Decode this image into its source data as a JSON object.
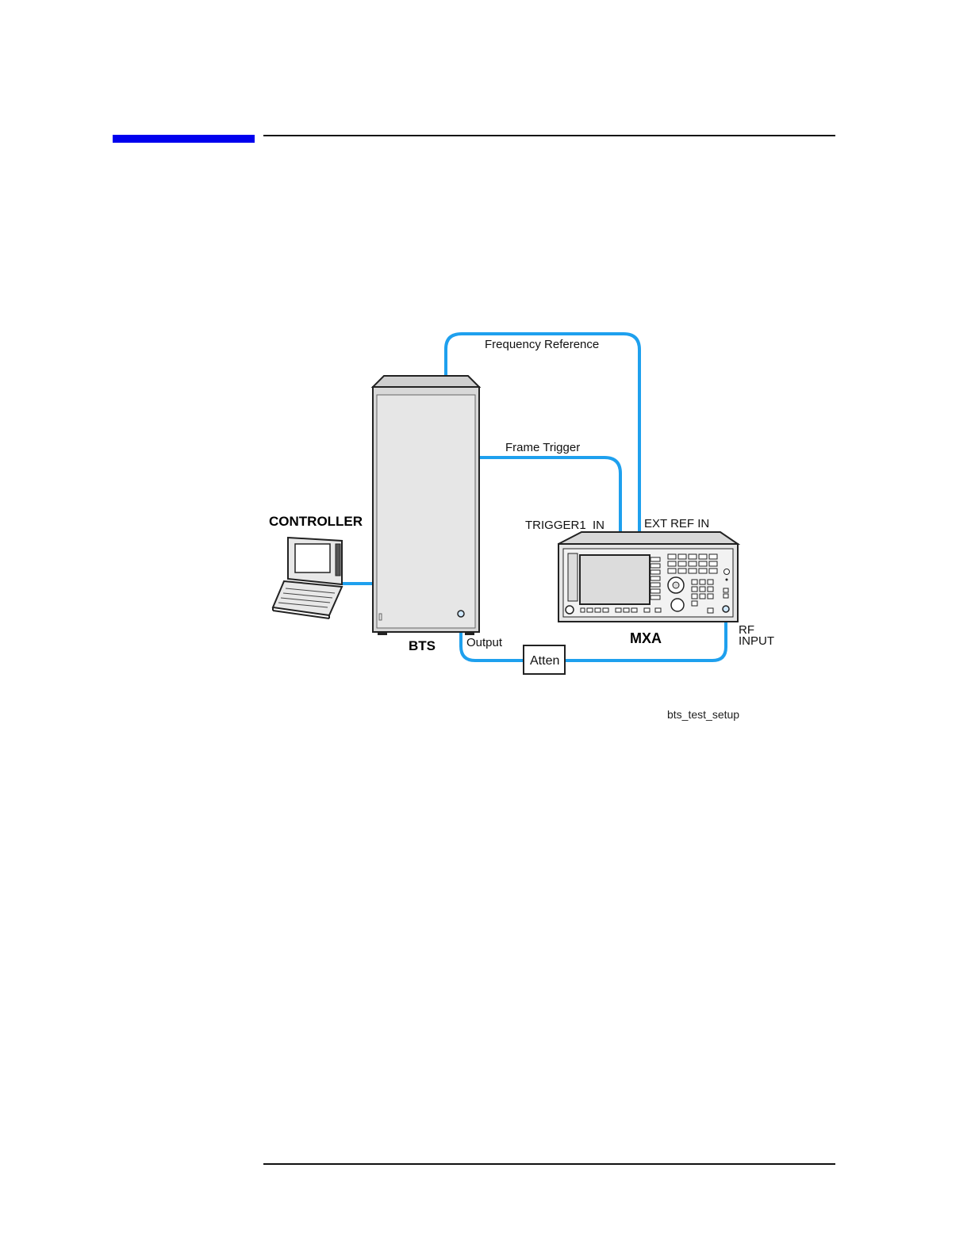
{
  "colors": {
    "cable": "#1ea0ee",
    "header_bar": "#0000ee",
    "rule": "#111111",
    "device_fill": "#e6e6e6",
    "device_stroke": "#222222"
  },
  "labels": {
    "frequency_reference": "Frequency Reference",
    "frame_trigger": "Frame Trigger",
    "trigger1_in": "TRIGGER1  IN",
    "ext_ref_in": "EXT REF IN",
    "controller": "CONTROLLER",
    "bts": "BTS",
    "mxa": "MXA",
    "output": "Output",
    "atten": "Atten",
    "rf_input_line1": "RF",
    "rf_input_line2": "INPUT",
    "figure_id": "bts_test_setup"
  },
  "icons": {
    "controller": "laptop-icon",
    "bts": "base-station-cabinet-icon",
    "mxa": "signal-analyzer-icon"
  }
}
